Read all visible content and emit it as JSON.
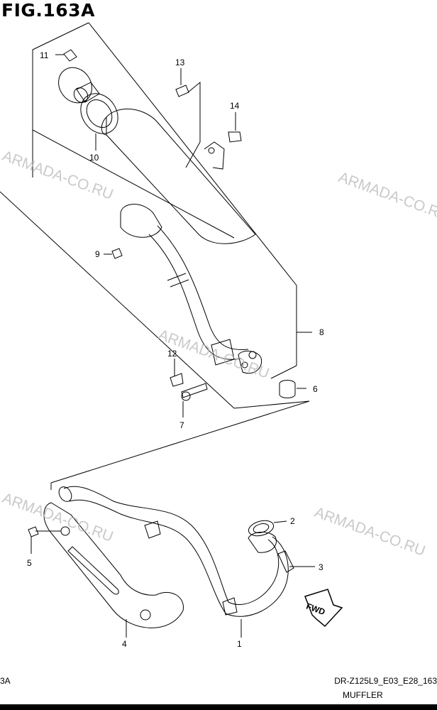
{
  "header": {
    "title": "FIG.163A"
  },
  "footer": {
    "fig_ref": "3A",
    "model_code": "DR-Z125L9_E03_E28_163",
    "section_name": "MUFFLER"
  },
  "watermark": "ARMADA-CO.RU",
  "callouts": [
    "1",
    "2",
    "3",
    "4",
    "5",
    "6",
    "7",
    "8",
    "9",
    "10",
    "11",
    "12",
    "13",
    "14"
  ],
  "fwd_label": "FWD",
  "colors": {
    "line": "#000000",
    "watermark": "#b8b8b8",
    "background": "#ffffff"
  }
}
